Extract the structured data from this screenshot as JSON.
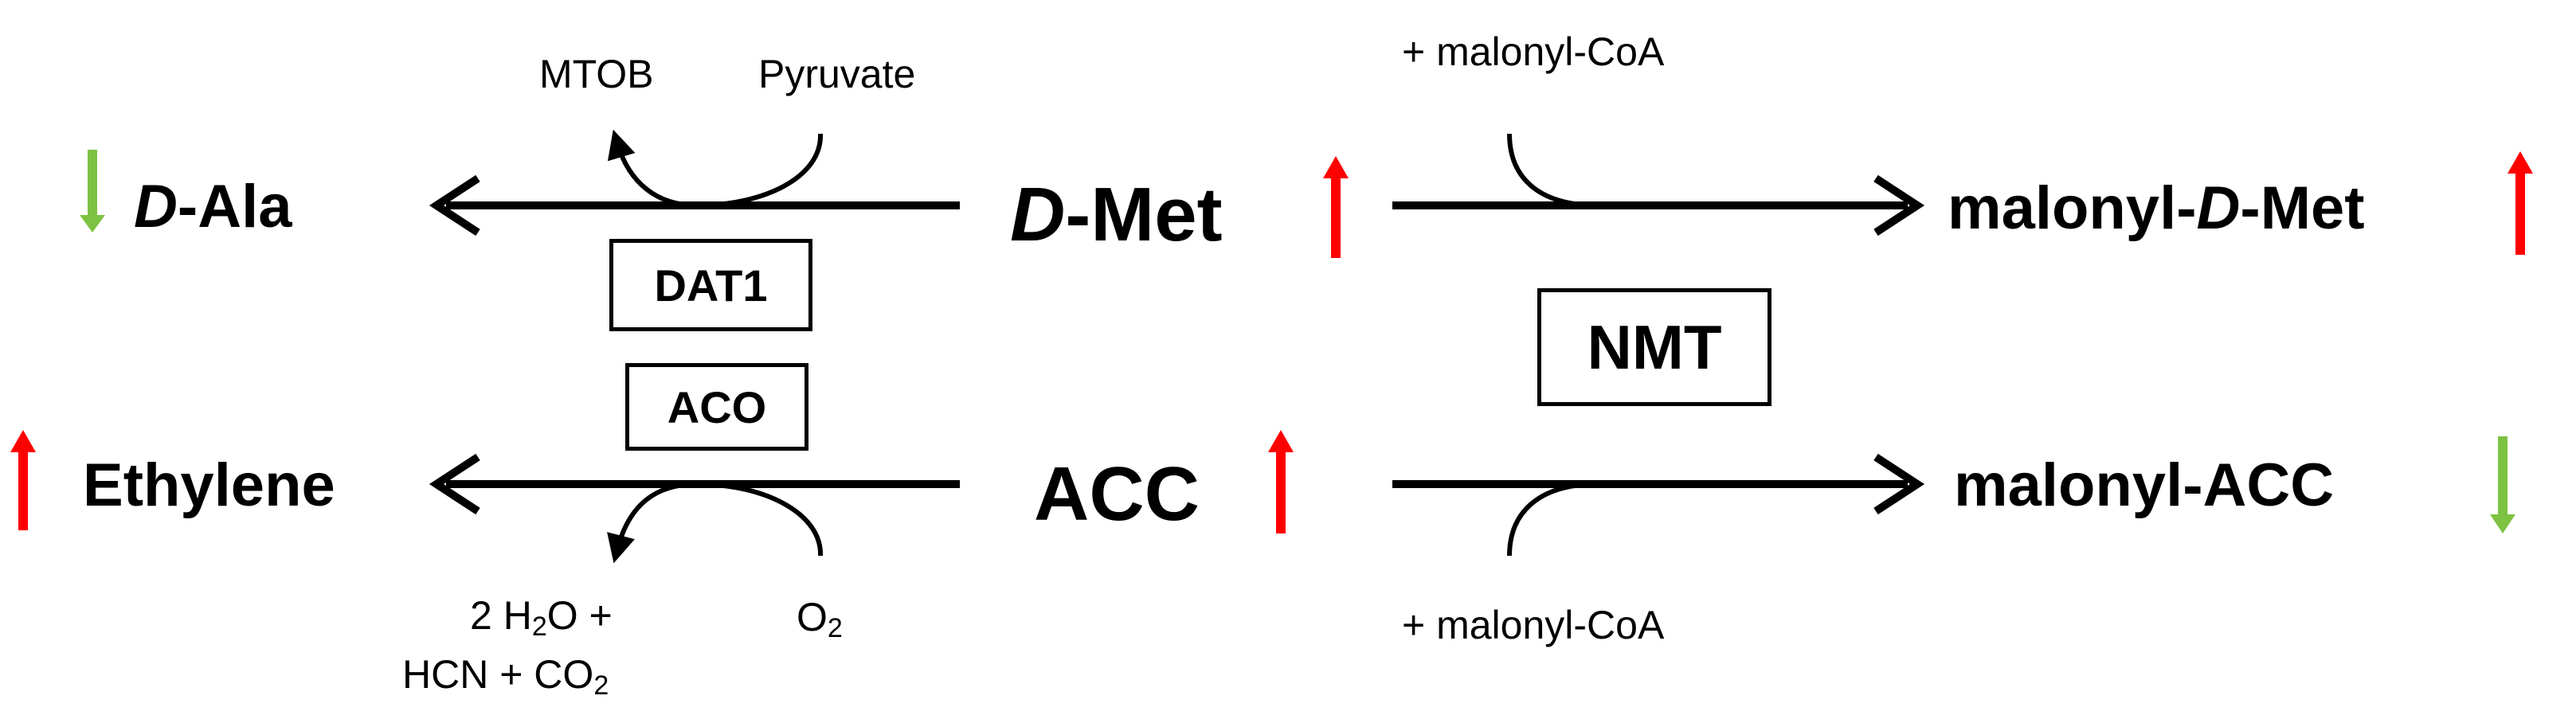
{
  "compounds": {
    "d_met_prefix": "D",
    "d_met_suffix": "-Met",
    "d_ala_prefix": "D",
    "d_ala_suffix": "-Ala",
    "malonyl_d_met_a": "malonyl-",
    "malonyl_d_met_b": "D",
    "malonyl_d_met_c": "-Met",
    "acc": "ACC",
    "ethylene": "Ethylene",
    "malonyl_acc": "malonyl-ACC"
  },
  "cosubstrates": {
    "mtob": "MTOB",
    "pyruvate": "Pyruvate",
    "malonyl_coa_top": "+ malonyl-CoA",
    "malonyl_coa_bottom": "+ malonyl-CoA",
    "water_num": "2 H",
    "water_sub": "2",
    "water_rest": "O +",
    "hcn_text": "HCN + CO",
    "co2_sub": "2",
    "oxygen": "O",
    "oxygen_sub": "2"
  },
  "enzymes": {
    "dat1": "DAT1",
    "aco": "ACO",
    "nmt": "NMT"
  },
  "colors": {
    "increase": "#ff0000",
    "decrease": "#7ec242",
    "ink": "#000000"
  },
  "changes": {
    "d_ala": "down",
    "d_met": "up",
    "malonyl_d_met": "up",
    "ethylene": "up",
    "acc": "up",
    "malonyl_acc": "down"
  }
}
